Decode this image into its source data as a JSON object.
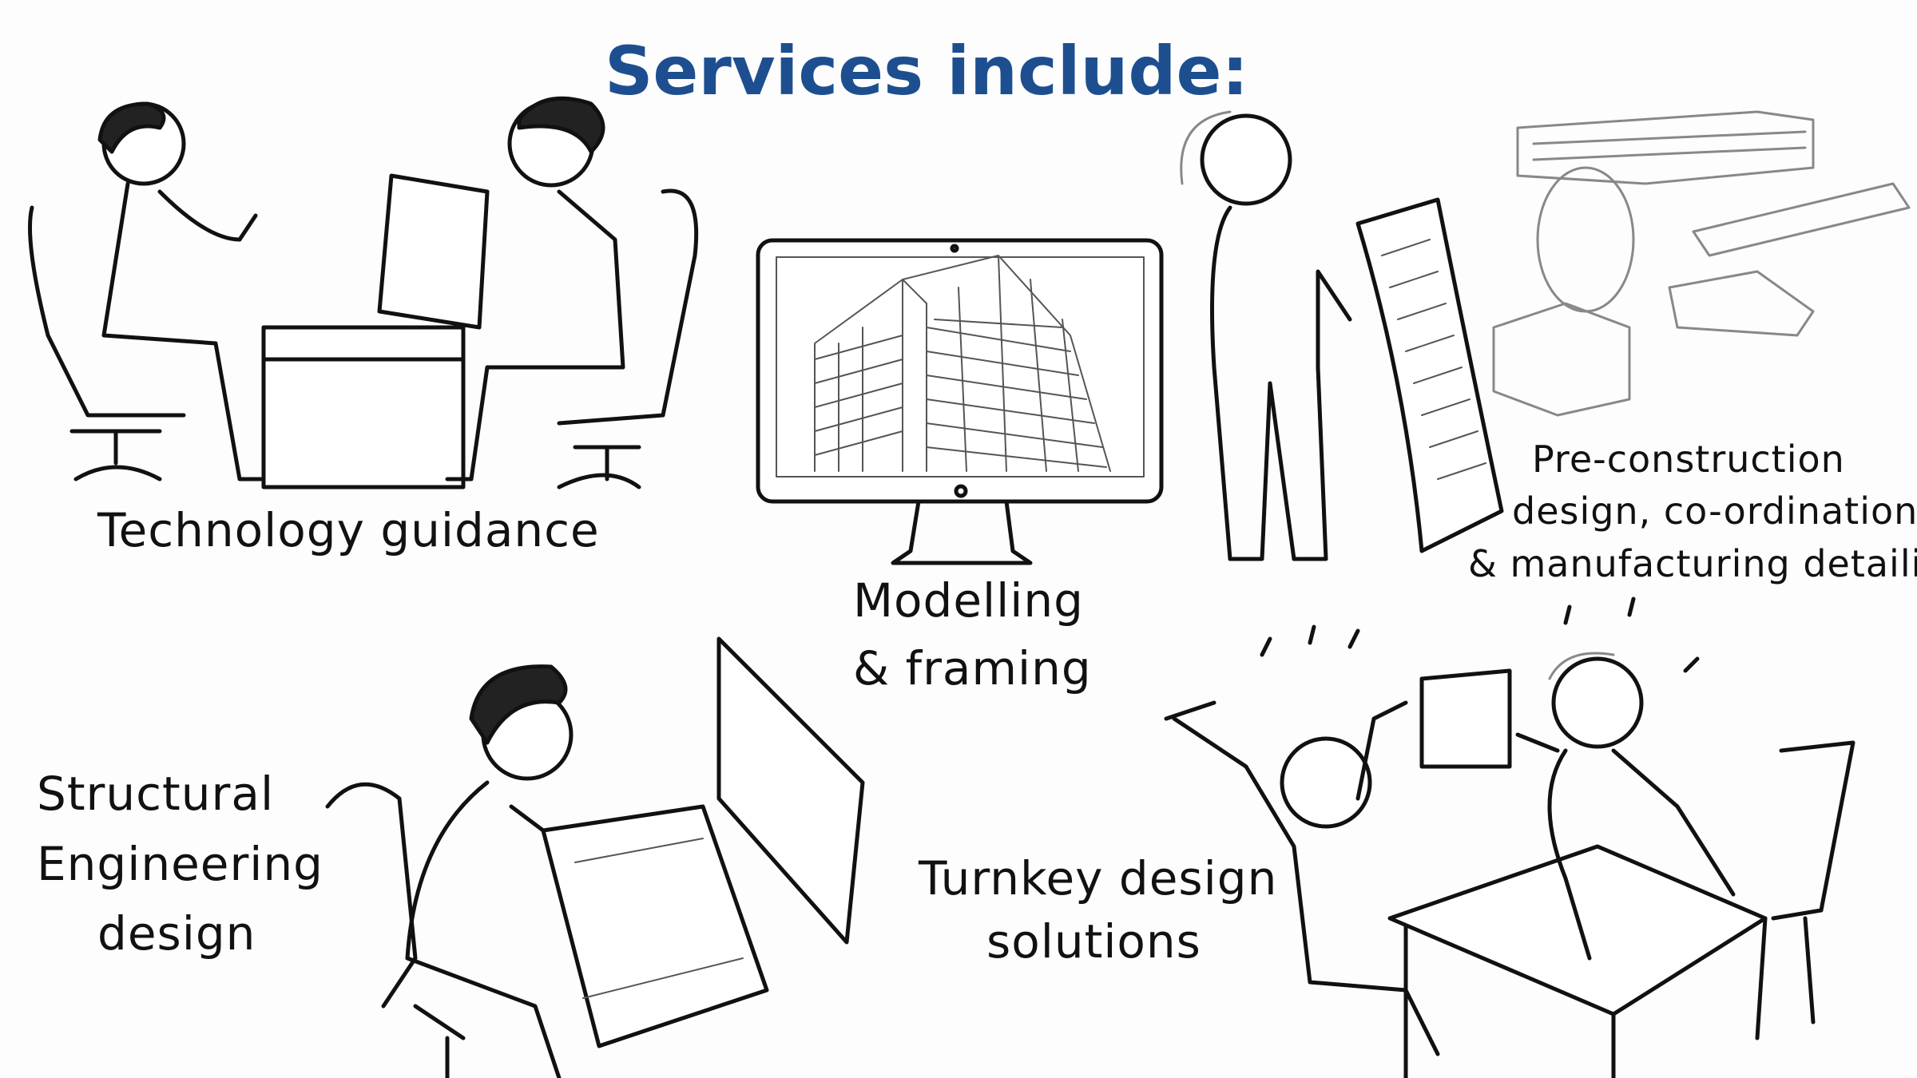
{
  "title": "Services include:",
  "colors": {
    "title": "#1d4f90",
    "ink": "#111111",
    "background": "#fdfdfd"
  },
  "services": {
    "technology": "Technology guidance",
    "modelling": {
      "line1": "Modelling",
      "line2": "& framing"
    },
    "preconstruction": {
      "line1": "Pre-construction",
      "line2": "design, co-ordination",
      "line3": "& manufacturing detailing"
    },
    "structural": {
      "line1": "Structural",
      "line2": "Engineering",
      "line3": "design"
    },
    "turnkey": {
      "line1": "Turnkey design",
      "line2": "solutions"
    }
  }
}
